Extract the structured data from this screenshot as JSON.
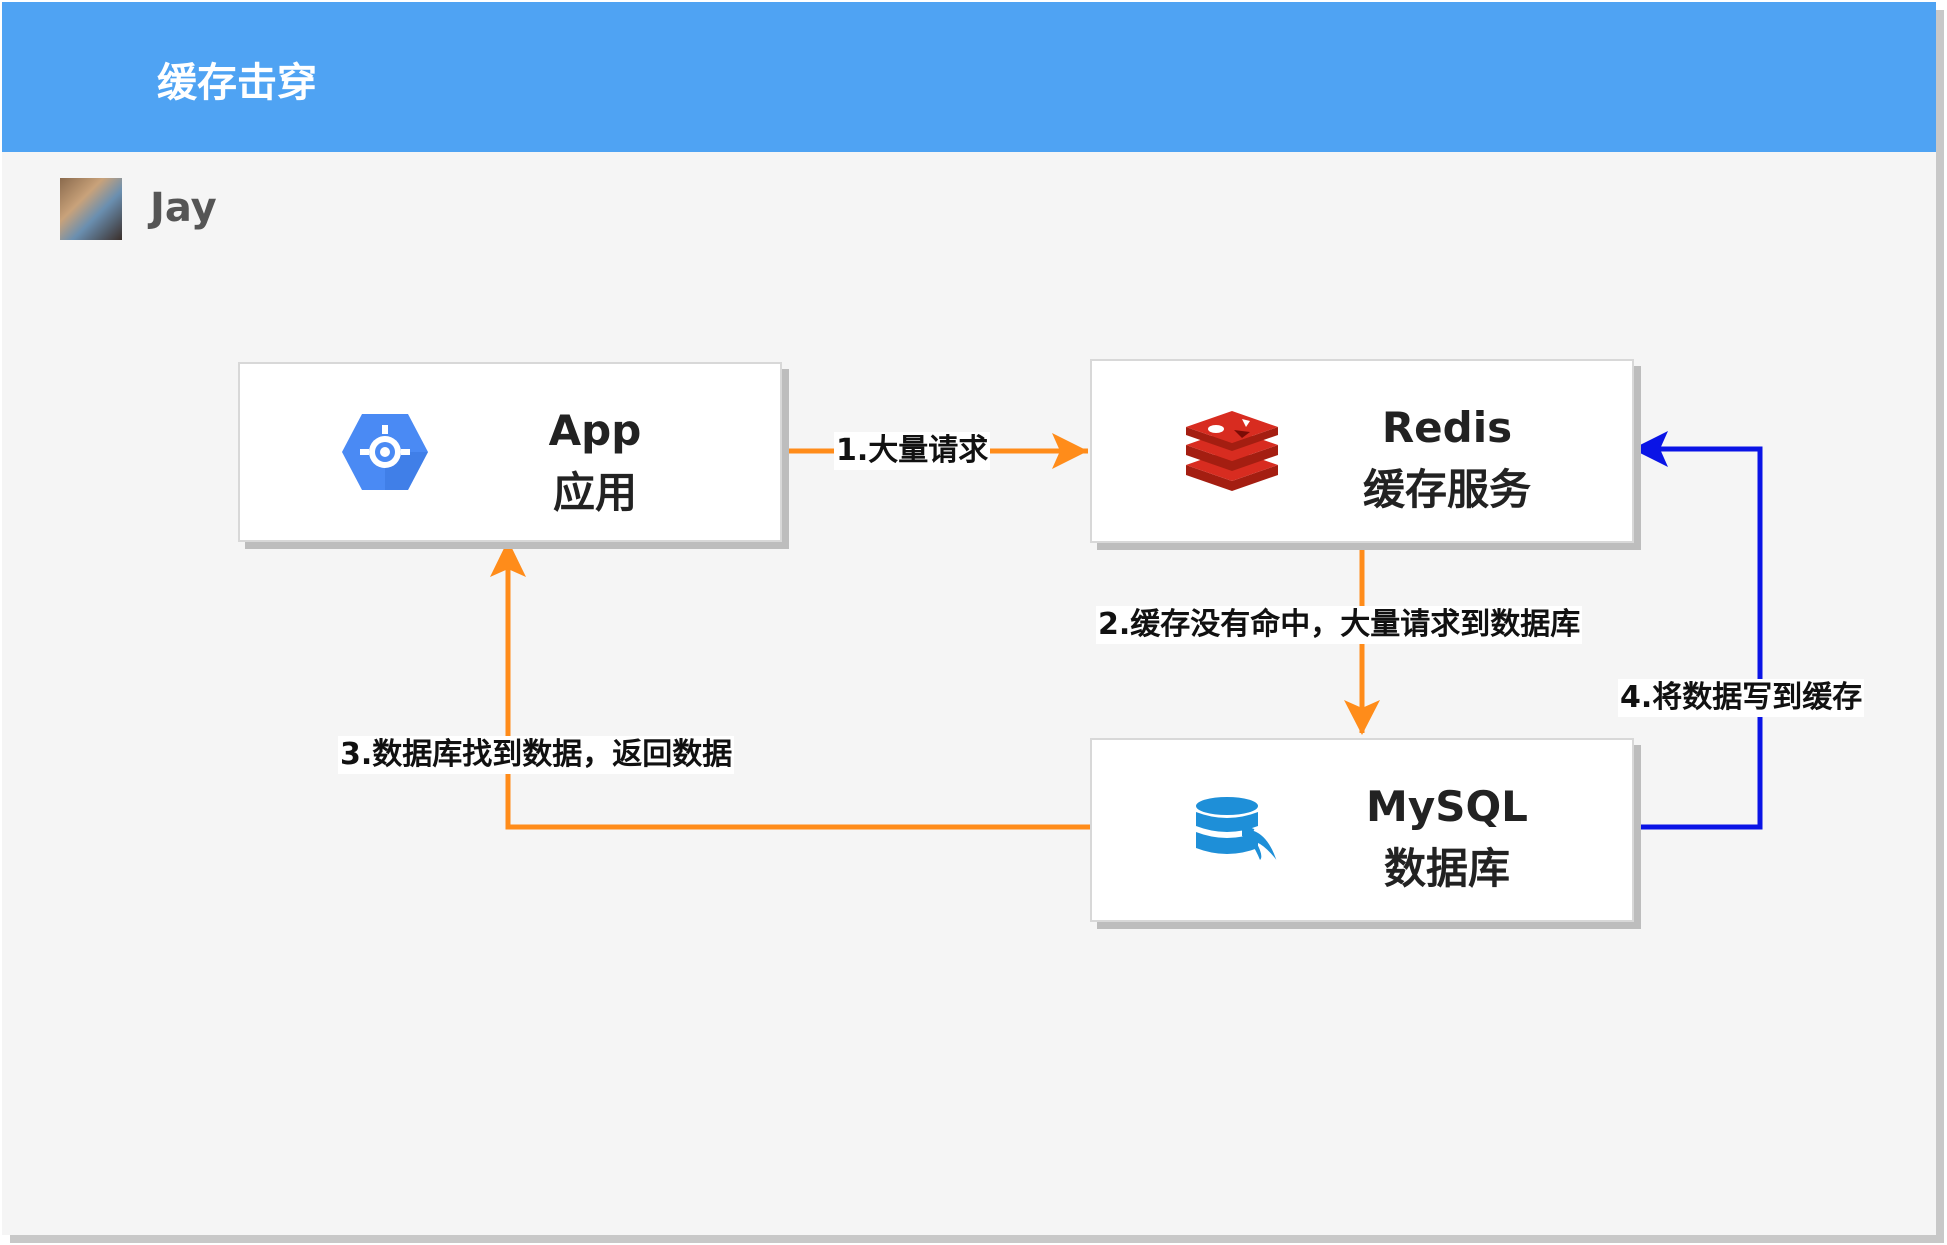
{
  "header": {
    "title": "缓存击穿"
  },
  "author": {
    "name": "Jay"
  },
  "nodes": {
    "app": {
      "line1": "App",
      "line2": "应用",
      "icon": "app-engine-icon"
    },
    "redis": {
      "line1": "Redis",
      "line2": "缓存服务",
      "icon": "redis-icon"
    },
    "mysql": {
      "line1": "MySQL",
      "line2": "数据库",
      "icon": "database-icon"
    }
  },
  "edges": {
    "e1": {
      "label": "1.大量请求"
    },
    "e2": {
      "label": "2.缓存没有命中，大量请求到数据库"
    },
    "e3": {
      "label": "3.数据库找到数据，返回数据"
    },
    "e4": {
      "label": "4.将数据写到缓存"
    }
  },
  "colors": {
    "header": "#4fa3f3",
    "orange_arrow": "#ff8c1a",
    "blue_arrow": "#0a14e6",
    "app_icon": "#4a8af4",
    "redis_icon": "#d82c20",
    "mysql_icon": "#1e8fd8"
  }
}
